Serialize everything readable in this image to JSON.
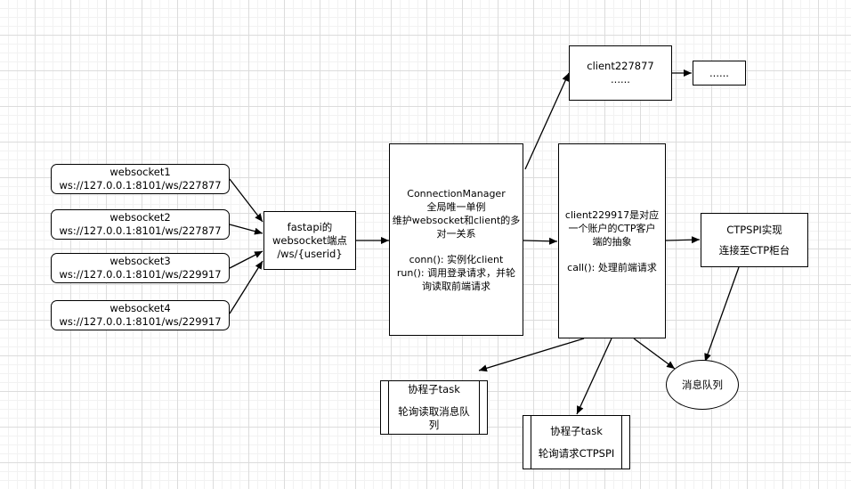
{
  "websockets": [
    {
      "title": "websocket1",
      "url": "ws://127.0.0.1:8101/ws/227877"
    },
    {
      "title": "websocket2",
      "url": "ws://127.0.0.1:8101/ws/227877"
    },
    {
      "title": "websocket3",
      "url": "ws://127.0.0.1:8101/ws/229917"
    },
    {
      "title": "websocket4",
      "url": "ws://127.0.0.1:8101/ws/229917"
    }
  ],
  "fastapi": {
    "lines": [
      "fastapi的",
      "websocket端点",
      "/ws/{userid}"
    ]
  },
  "connection_manager": {
    "lines": [
      "ConnectionManager",
      "全局唯一单例",
      "维护websocket和client的多",
      "对一关系"
    ],
    "methods": [
      "conn(): 实例化client",
      "run(): 调用登录请求，并轮",
      "询读取前端请求"
    ]
  },
  "client_227877": {
    "lines": [
      "client227877",
      "......"
    ]
  },
  "dots_box": {
    "text": "......"
  },
  "client_229917": {
    "lines": [
      "client229917是对应",
      "一个账户的CTP客户",
      "端的抽象"
    ],
    "methods": [
      "call(): 处理前端请求"
    ]
  },
  "ctpspi": {
    "lines": [
      "CTPSPI实现",
      "连接至CTP柜台"
    ]
  },
  "message_queue": {
    "text": "消息队列"
  },
  "task_read_queue": {
    "lines": [
      "协程子task",
      "轮询读取消息队",
      "列"
    ]
  },
  "task_request_ctpspi": {
    "lines": [
      "协程子task",
      "轮询请求CTPSPI"
    ]
  }
}
